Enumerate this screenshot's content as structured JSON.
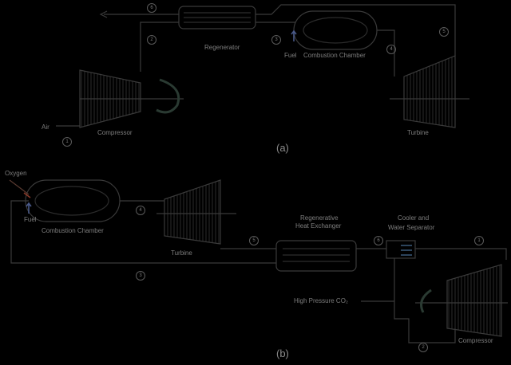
{
  "panel_a": {
    "caption": "(a)",
    "labels": {
      "air": "Air",
      "compressor": "Compressor",
      "regenerator": "Regenerator",
      "fuel": "Fuel",
      "combustion_chamber": "Combustion Chamber",
      "turbine": "Turbine"
    },
    "states": [
      "1",
      "2",
      "3",
      "4",
      "5",
      "6"
    ]
  },
  "panel_b": {
    "caption": "(b)",
    "labels": {
      "oxygen": "Oxygen",
      "fuel": "Fuel",
      "combustion_chamber": "Combustion Chamber",
      "turbine": "Turbine",
      "regen_line1": "Regenerative",
      "regen_line2": "Heat Exchanger",
      "cooler_line1": "Cooler and",
      "cooler_line2": "Water Separator",
      "hp_co2": "High Pressure CO₂",
      "compressor": "Compressor"
    },
    "states": [
      "1",
      "2",
      "3",
      "4",
      "5",
      "6"
    ]
  },
  "colors": {
    "line": "#3c3c3c",
    "component": "#333333",
    "text": "#7d7d7d",
    "fuel_arrow": "#4a5a8a",
    "oxygen_arrow": "#8a3a2a",
    "cooler_arrow": "#3a5a7a"
  }
}
